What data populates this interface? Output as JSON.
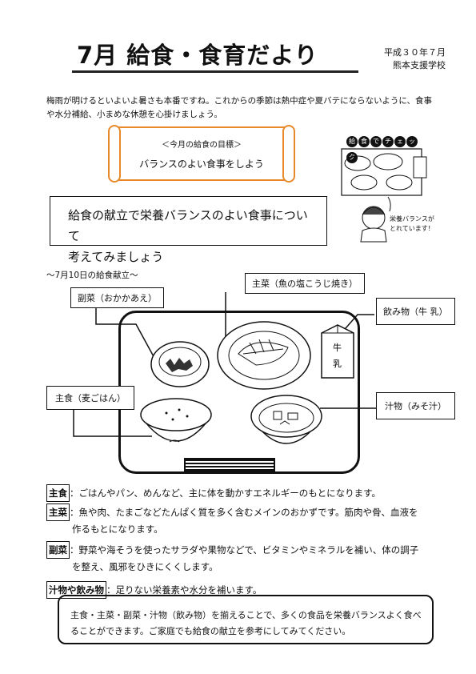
{
  "header": {
    "title": "7月 給食・食育だより",
    "date_line1": "平成３０年７月",
    "date_line2": "熊本支援学校"
  },
  "intro": "梅雨が明けるといよいよ暑さも本番ですね。これからの季節は熱中症や夏バテにならないように、食事や水分補給、小まめな休憩を心掛けましょう。",
  "goal": {
    "heading": "＜今月の給食の目標＞",
    "motto": "バランスのよい食事をしよう"
  },
  "check": {
    "badge_chars": [
      "給",
      "食",
      "で",
      "チ",
      "ェ",
      "ッ",
      "ク"
    ],
    "caption_line1": "栄養バランスが",
    "caption_line2": "とれています！"
  },
  "theme": {
    "line1": "給食の献立で栄養バランスのよい食事について",
    "line2": "考えてみましょう"
  },
  "menu": {
    "heading": "～7月10日の給食献立～",
    "side": "副菜（おかかあえ）",
    "main": "主菜（魚の塩こうじ焼き）",
    "drink": "飲み物（牛 乳）",
    "staple": "主食（麦ごはん）",
    "soup": "汁物（みそ汁）",
    "milk_label_1": "牛",
    "milk_label_2": "乳"
  },
  "descriptions": [
    {
      "tag": "主食",
      "text": "：ごはんやパン、めんなど、主に体を動かすエネルギーのもとになります。"
    },
    {
      "tag": "主菜",
      "text": "：魚や肉、たまごなどたんぱく質を多く含むメインのおかずです。筋肉や骨、血液を",
      "text2": "作るもとになります。"
    },
    {
      "tag": "副菜",
      "text": "：野菜や海そうを使ったサラダや果物などで、ビタミンやミネラルを補い、体の調子",
      "text2": "を整え、風邪をひきにくくします。"
    },
    {
      "tag": "汁物や飲み物",
      "text": "：足りない栄養素や水分を補います。"
    }
  ],
  "summary": {
    "line1": "主食・主菜・副菜・汁物（飲み物）を揃えることで、多くの食品を栄養バランスよく食べ",
    "line2": "ることができます。ご家庭でも給食の献立を参考にしてみてください。"
  }
}
